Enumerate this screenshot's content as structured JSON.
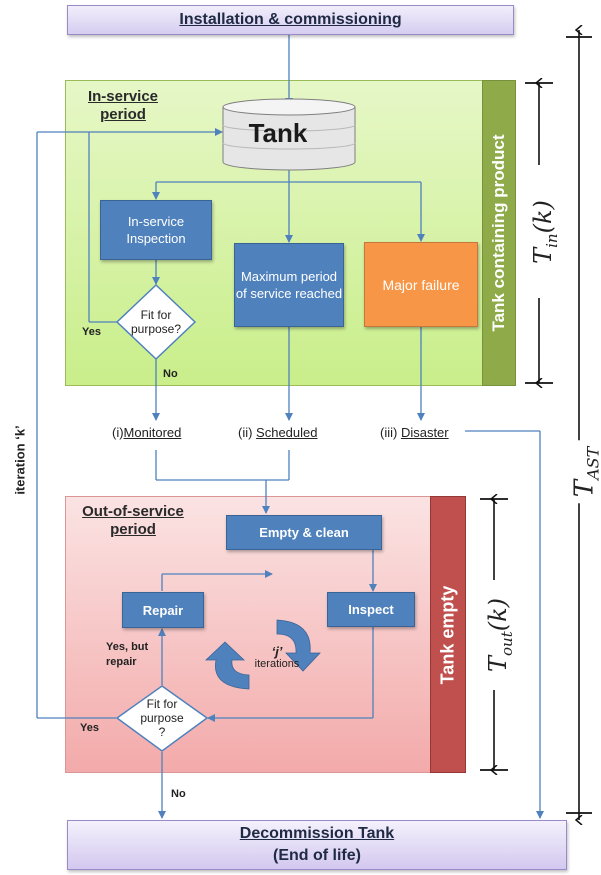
{
  "top": {
    "label": "Installation & commissioning"
  },
  "bottom": {
    "line1": "Decommission Tank",
    "line2": "(End of life)"
  },
  "inservice": {
    "title_line1": "In-service",
    "title_line2": "period",
    "band_label": "Tank containing product",
    "tank_label": "Tank",
    "inspection_box": "In-service Inspection",
    "max_period_box": "Maximum period of service reached",
    "major_failure_box": "Major failure",
    "fit_line1": "Fit for",
    "fit_line2": "purpose?",
    "yes_label": "Yes",
    "no_label": "No"
  },
  "paths": {
    "monitored_prefix": "(i)",
    "monitored": "Monitored",
    "scheduled_prefix": "(ii) ",
    "scheduled": "Scheduled",
    "disaster_prefix": "(iii) ",
    "disaster": "Disaster"
  },
  "outservice": {
    "title_line1": "Out-of-service",
    "title_line2": "period",
    "band_label": "Tank empty",
    "empty_clean_box": "Empty & clean",
    "repair_box": "Repair",
    "inspect_box": "Inspect",
    "yes_but_repair_line1": "Yes, but",
    "yes_but_repair_line2": "repair",
    "j_label": "‘j’",
    "iterations_label": "iterations",
    "fit_line1": "Fit for",
    "fit_line2": "purpose",
    "fit_line3": "?",
    "yes_label": "Yes",
    "no_label": "No"
  },
  "iteration_label": "iteration ‘k’",
  "math": {
    "t_in": "T",
    "t_in_sub": "in",
    "t_in_arg": "(k)",
    "t_out": "T",
    "t_out_sub": "out",
    "t_out_arg": "(k)",
    "t_ast": "T",
    "t_ast_sub": "AST"
  },
  "colors": {
    "flow_line": "#4f81bd",
    "box_blue": "#4f81bd",
    "box_orange": "#f79646",
    "inservice_bg": "#d4f0a0",
    "inservice_band": "#8faa48",
    "outservice_bg": "#f6b9b9",
    "outservice_band": "#c0504d"
  }
}
